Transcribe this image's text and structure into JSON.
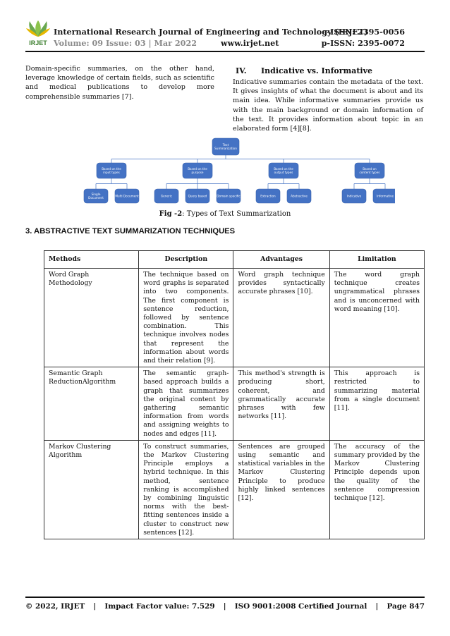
{
  "header": {
    "logo_text": "IRJET",
    "journal_title": "International Research Journal of Engineering and Technology (IRJET)",
    "e_issn": "e-ISSN: 2395-0056",
    "volume": "Volume: 09 Issue: 03 | Mar 2022",
    "website": "www.irjet.net",
    "p_issn": "p-ISSN: 2395-0072"
  },
  "left_column": {
    "paragraph": "Domain-specific summaries, on the other hand, leverage knowledge of certain fields, such as scientific and medical publications to develop more comprehensible summaries [7]."
  },
  "right_column": {
    "heading_number": "IV.",
    "heading_text": "Indicative vs. Informative",
    "paragraph": "Indicative summaries contain the metadata of the text. It gives insights of what the document is about and its main idea. While informative summaries provide us with the main background or domain information of the text. It provides information about topic in an elaborated form [4][8]."
  },
  "figure": {
    "root": [
      "Text",
      "Summarization"
    ],
    "groups": [
      {
        "label": [
          "Based on the",
          "input types"
        ],
        "children": [
          [
            "Single",
            "Document"
          ],
          [
            "Multi Document"
          ]
        ]
      },
      {
        "label": [
          "Based on the",
          "purpose"
        ],
        "children": [
          [
            "Generic"
          ],
          [
            "Query based"
          ],
          [
            "Domain specific"
          ]
        ]
      },
      {
        "label": [
          "Based on the",
          "output types"
        ],
        "children": [
          [
            "Extraction"
          ],
          [
            "Abstractive"
          ]
        ]
      },
      {
        "label": [
          "Based on",
          "content types"
        ],
        "children": [
          [
            "Indicative"
          ],
          [
            "Informative"
          ]
        ]
      }
    ],
    "caption_label": "Fig -2",
    "caption_text": ": Types of Text Summarization"
  },
  "section_heading": "3. ABSTRACTIVE TEXT SUMMARIZATION TECHNIQUES",
  "table": {
    "headers": [
      "Methods",
      "Description",
      "Advantages",
      "Limitation"
    ],
    "rows": [
      {
        "method": "Word Graph Methodology",
        "description": "The technique based on word graphs is separated into two components. The first component is sentence reduction, followed by sentence combination. This technique involves nodes that represent the information about words and their relation [9].",
        "advantages": "Word graph technique provides syntactically accurate phrases [10].",
        "limitation": "The word graph technique creates ungrammatical phrases and is unconcerned with word meaning [10]."
      },
      {
        "method": "Semantic Graph ReductionAlgorithm",
        "description": "The semantic graph-based approach builds a graph that summarizes the original content by gathering semantic information from words and assigning weights to nodes and edges [11].",
        "advantages": "This method's strength is producing short, coherent, and grammatically accurate phrases with few networks [11].",
        "limitation": "This approach is restricted to summarizing material from a single document [11]."
      },
      {
        "method": "Markov Clustering Algorithm",
        "description": "To construct summaries, the Markov Clustering Principle employs a hybrid technique. In this method, sentence ranking is accomplished by combining linguistic norms with the best-fitting sentences inside a cluster to construct new sentences [12].",
        "advantages": "Sentences are grouped using semantic and statistical variables in the Markov Clustering Principle to produce highly linked sentences [12].",
        "limitation": "The accuracy of the summary provided by the Markov Clustering Principle depends upon the quality of the sentence compression technique [12]."
      }
    ]
  },
  "footer": {
    "copyright": "© 2022, IRJET",
    "impact": "Impact Factor value: 7.529",
    "iso": "ISO 9001:2008 Certified Journal",
    "page": "Page 847",
    "sep": "|"
  },
  "colors": {
    "node_fill": "#4472c4",
    "logo_green": "#6aa84f",
    "logo_yellow": "#e6b800"
  }
}
